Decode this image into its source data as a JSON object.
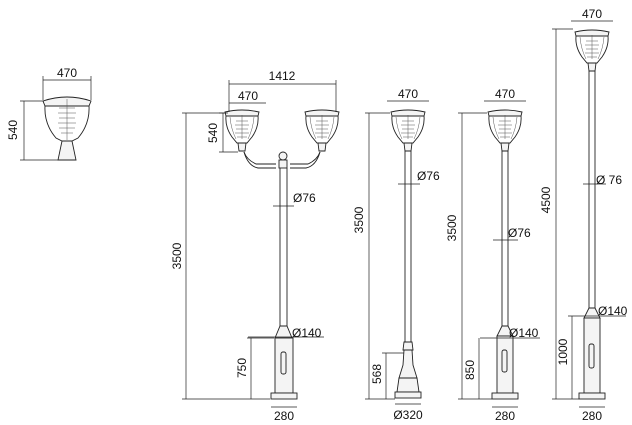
{
  "drawing": {
    "lantern": {
      "width": "470",
      "height": "540"
    },
    "double_pole": {
      "span": "1412",
      "head_width": "470",
      "head_height": "540",
      "pole_diameter": "Ø76",
      "base_diameter": "Ø140",
      "base_height": "750",
      "total_height": "3500",
      "foot": "280"
    },
    "decor_pole": {
      "head_width": "470",
      "pole_diameter": "Ø76",
      "total_height": "3500",
      "base_height": "568",
      "foot": "Ø320"
    },
    "pole_850": {
      "head_width": "470",
      "pole_diameter": "Ø76",
      "base_diameter": "Ø140",
      "base_height": "850",
      "total_height": "3500",
      "foot": "280"
    },
    "pole_4500": {
      "head_width": "470",
      "pole_diameter": "Ø 76",
      "base_diameter": "Ø140",
      "base_height": "1000",
      "total_height": "4500",
      "foot": "280"
    }
  }
}
